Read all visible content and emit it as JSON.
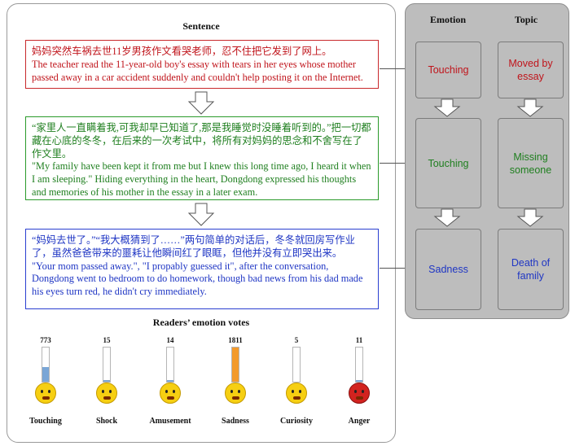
{
  "sentence_panel": {
    "title": "Sentence"
  },
  "sentences": [
    {
      "zh": "妈妈突然车祸去世11岁男孩作文看哭老师，忍不住把它发到了网上。",
      "en": "The teacher read the 11-year-old boy's essay with tears in her eyes whose mother passed away in a car accident suddenly and couldn't help posting it on the Internet."
    },
    {
      "zh": "“家里人一直瞒着我,可我却早已知道了,那是我睡觉时没睡着听到的。”把一切都藏在心底的冬冬，在后来的一次考试中，将所有对妈妈的思念和不舍写在了作文里。",
      "en": "\"My family have been kept it from me but I knew this long time ago, I heard it when I am sleeping.\" Hiding everything in the heart, Dongdong expressed his thoughts and memories of his mother in the essay in a later exam."
    },
    {
      "zh": "“妈妈去世了。”“我大概猜到了……”两句简单的对话后，冬冬就回房写作业了，虽然爸爸带来的噩耗让他瞬间红了眼眶，但他并没有立即哭出来。",
      "en": "\"Your mom passed away.\", \"I propably guessed it\", after the conversation, Dongdong went to bedroom to do homework, though bad news from his dad made his eyes turn red, he didn't cry immediately."
    }
  ],
  "right_panel": {
    "emotion_header": "Emotion",
    "topic_header": "Topic",
    "rows": [
      {
        "emotion": "Touching",
        "emotion_color": "#c0141b",
        "topic": "Moved by essay",
        "topic_color": "#c0141b"
      },
      {
        "emotion": "Touching",
        "emotion_color": "#1f7f1f",
        "topic": "Missing someone",
        "topic_color": "#1f7f1f"
      },
      {
        "emotion": "Sadness",
        "emotion_color": "#1f36c4",
        "topic": "Death of family",
        "topic_color": "#1f36c4"
      }
    ]
  },
  "votes": {
    "title": "Readers’ emotion votes",
    "items": [
      {
        "label": "Touching",
        "count": "773",
        "level": 0.43,
        "color": "#7aa6d6",
        "icon": "touched-face-icon"
      },
      {
        "label": "Shock",
        "count": "15",
        "level": 0.01,
        "color": "#7aa6d6",
        "icon": "shocked-face-icon"
      },
      {
        "label": "Amusement",
        "count": "14",
        "level": 0.01,
        "color": "#7aa6d6",
        "icon": "grinning-face-icon"
      },
      {
        "label": "Sadness",
        "count": "1811",
        "level": 1.0,
        "color": "#f39a2b",
        "icon": "crying-face-icon"
      },
      {
        "label": "Curiosity",
        "count": "5",
        "level": 0.0,
        "color": "#7aa6d6",
        "icon": "curious-face-icon"
      },
      {
        "label": "Anger",
        "count": "11",
        "level": 0.01,
        "color": "#7aa6d6",
        "icon": "angry-devil-icon"
      }
    ]
  }
}
